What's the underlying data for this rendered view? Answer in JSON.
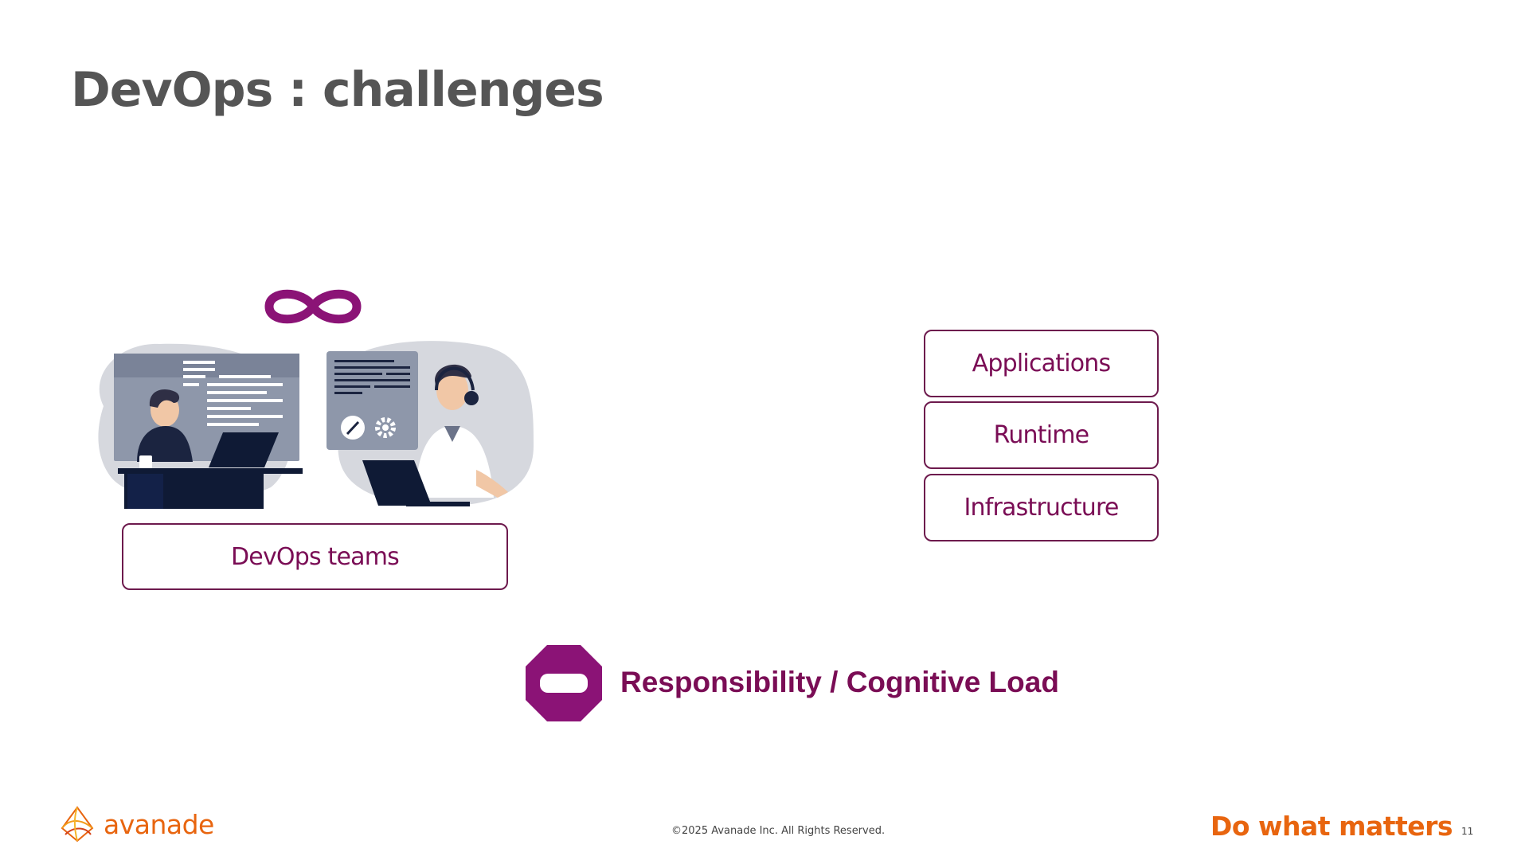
{
  "slide": {
    "title": "DevOps : challenges",
    "devops_teams_label": "DevOps teams",
    "stack_layers": [
      "Applications",
      "Runtime",
      "Infrastructure"
    ],
    "responsibility_label": "Responsibility / Cognitive Load"
  },
  "icons": {
    "infinity": "infinity-icon",
    "stop": "stop-icon",
    "illustration": "devops-team-illustration"
  },
  "footer": {
    "logo_text": "avanade",
    "copyright": "©2025 Avanade Inc. All Rights Reserved.",
    "tagline": "Do what matters",
    "page_number": "11"
  },
  "colors": {
    "title": "#555555",
    "accent_purple": "#7a0d55",
    "brand_orange": "#e8650f"
  }
}
